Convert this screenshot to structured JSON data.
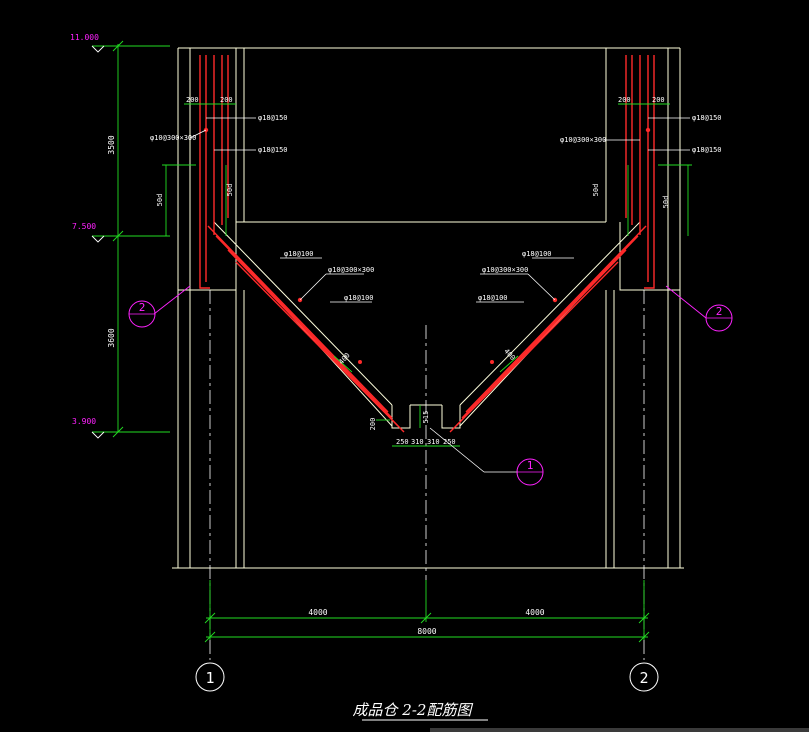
{
  "colors": {
    "background": "#000000",
    "structure": "#ffffdd",
    "rebar": "#ff2a2a",
    "dimension": "#22dd22",
    "label": "#ff22ff",
    "text": "#ffffff",
    "axis": "#ffffff"
  },
  "elevations": {
    "top": "11.000",
    "mid": "7.500",
    "bottom": "3.900"
  },
  "vertical_dims": {
    "upper": "3500",
    "lower": "3600"
  },
  "left_wall": {
    "dim_a": "200",
    "dim_b": "200",
    "rebar_1": "φ18@150",
    "rebar_2": "φ10@300×300",
    "rebar_3": "φ18@150",
    "anchor_outer": "50d",
    "anchor_inner": "50d"
  },
  "right_wall": {
    "dim_a": "200",
    "dim_b": "200",
    "rebar_1": "φ18@150",
    "rebar_2": "φ10@300×300",
    "rebar_3": "φ18@150",
    "anchor_outer": "50d",
    "anchor_inner": "50d"
  },
  "left_slope": {
    "rebar_1": "φ18@100",
    "rebar_2": "φ10@300×300",
    "rebar_3": "φ18@100",
    "thickness": "400"
  },
  "right_slope": {
    "rebar_1": "φ18@100",
    "rebar_2": "φ10@300×300",
    "rebar_3": "φ18@100",
    "thickness": "400"
  },
  "outlet": {
    "dim_h": "200",
    "dim_v": "515",
    "dims_bottom": [
      "250",
      "310",
      "310",
      "250"
    ]
  },
  "section_marks": {
    "left": "2",
    "right": "2",
    "center": "1"
  },
  "horizontal_dims": {
    "left": "4000",
    "right": "4000",
    "total": "8000"
  },
  "axes": {
    "left": "1",
    "right": "2"
  },
  "title": "成品仓 2-2配筋图"
}
